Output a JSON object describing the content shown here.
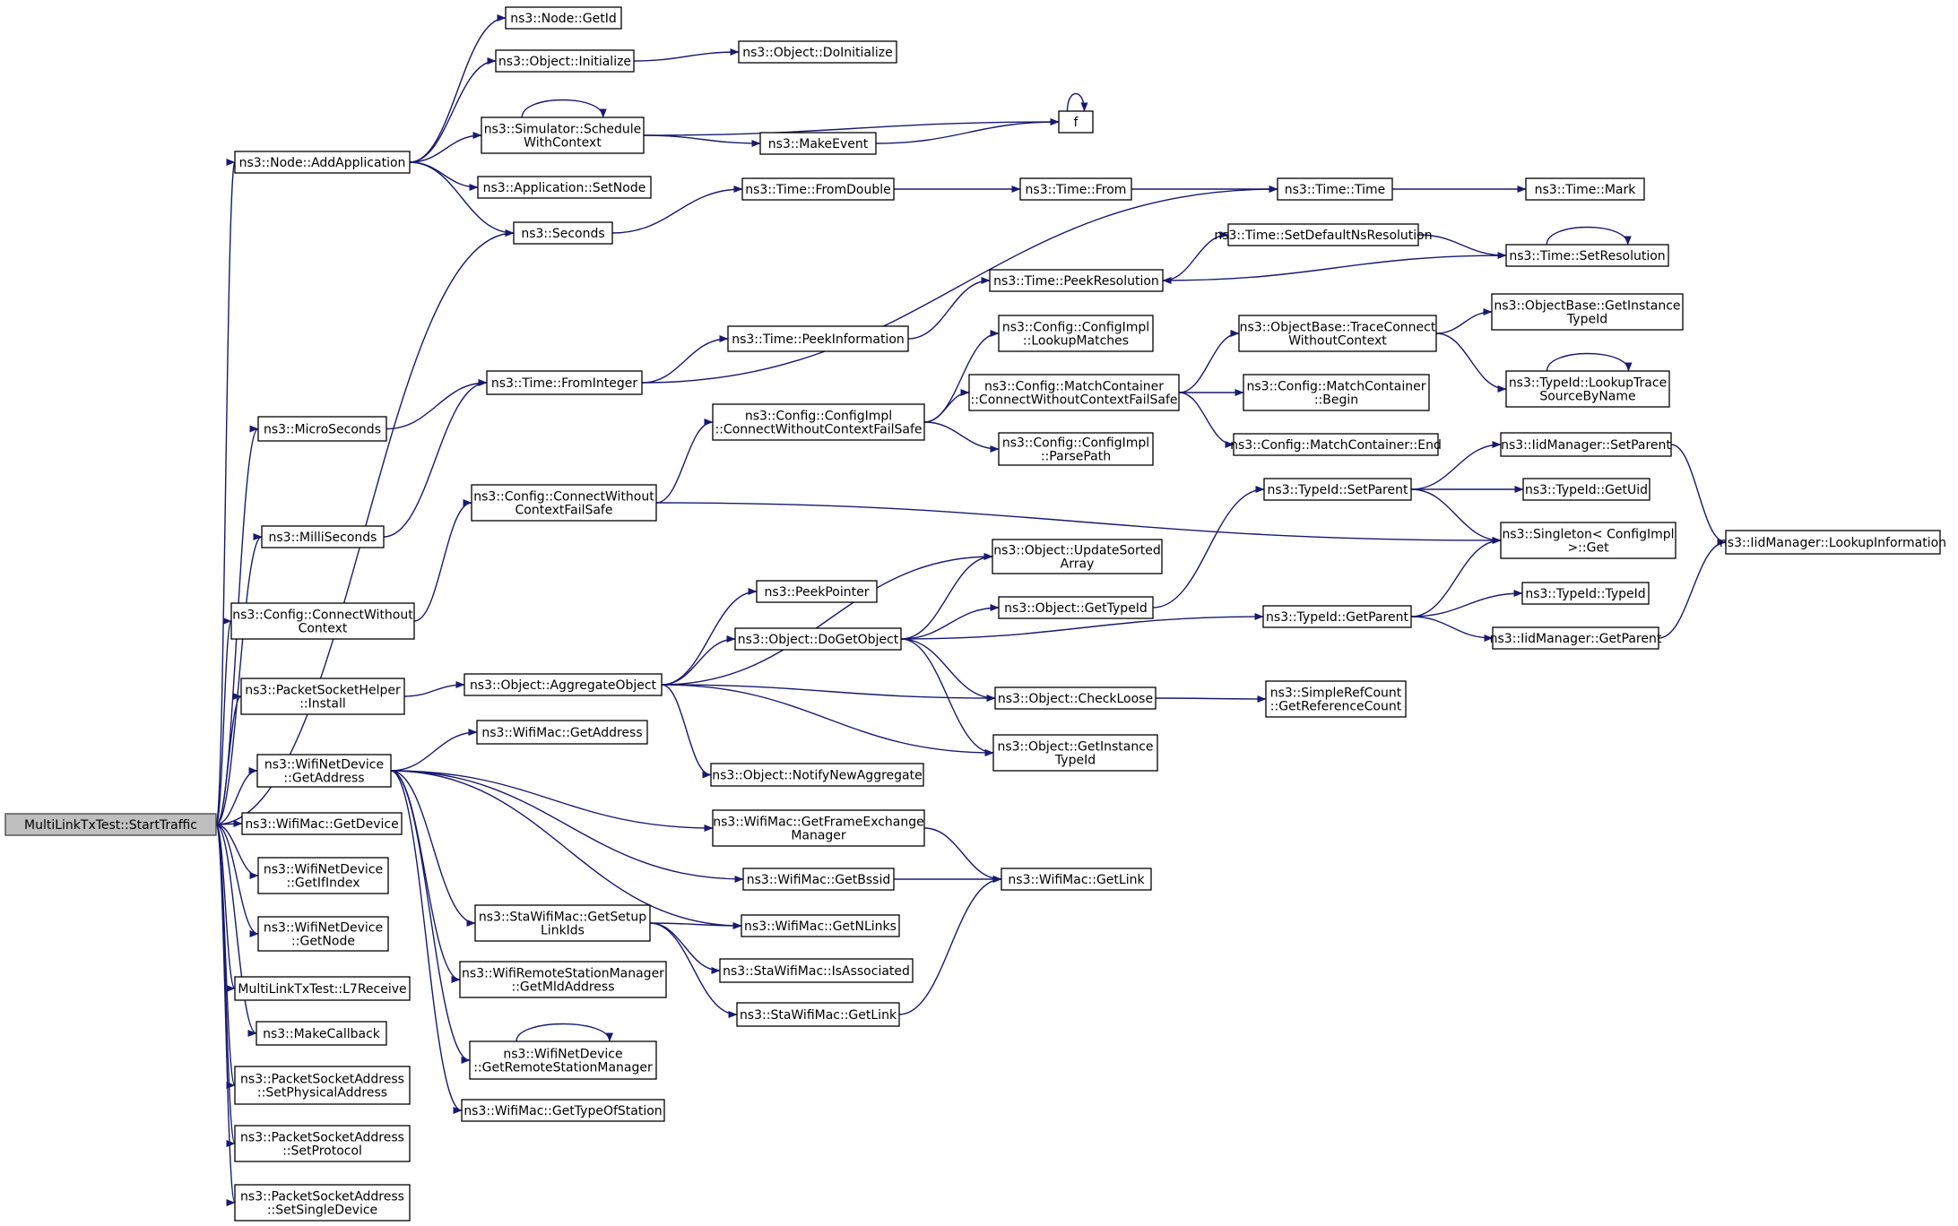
{
  "graph": {
    "kind": "call graph",
    "edge_color": "#191970",
    "root_fill": "#bfbfbf",
    "nodes": [
      {
        "id": "root",
        "lines": [
          "MultiLinkTxTest::StartTraffic"
        ]
      },
      {
        "id": "addapp",
        "lines": [
          "ns3::Node::AddApplication"
        ]
      },
      {
        "id": "getid",
        "lines": [
          "ns3::Node::GetId"
        ]
      },
      {
        "id": "objinit",
        "lines": [
          "ns3::Object::Initialize"
        ]
      },
      {
        "id": "doinit",
        "lines": [
          "ns3::Object::DoInitialize"
        ]
      },
      {
        "id": "schedctx",
        "lines": [
          "ns3::Simulator::Schedule",
          "WithContext"
        ]
      },
      {
        "id": "f",
        "lines": [
          "f"
        ]
      },
      {
        "id": "makeevent",
        "lines": [
          "ns3::MakeEvent"
        ]
      },
      {
        "id": "appsetnode",
        "lines": [
          "ns3::Application::SetNode"
        ]
      },
      {
        "id": "seconds",
        "lines": [
          "ns3::Seconds"
        ]
      },
      {
        "id": "fromdouble",
        "lines": [
          "ns3::Time::FromDouble"
        ]
      },
      {
        "id": "timefrom",
        "lines": [
          "ns3::Time::From"
        ]
      },
      {
        "id": "timetime",
        "lines": [
          "ns3::Time::Time"
        ]
      },
      {
        "id": "timemark",
        "lines": [
          "ns3::Time::Mark"
        ]
      },
      {
        "id": "setdefns",
        "lines": [
          "ns3::Time::SetDefaultNsResolution"
        ]
      },
      {
        "id": "setres",
        "lines": [
          "ns3::Time::SetResolution"
        ]
      },
      {
        "id": "peekres",
        "lines": [
          "ns3::Time::PeekResolution"
        ]
      },
      {
        "id": "peekinfo",
        "lines": [
          "ns3::Time::PeekInformation"
        ]
      },
      {
        "id": "fromint",
        "lines": [
          "ns3::Time::FromInteger"
        ]
      },
      {
        "id": "micro",
        "lines": [
          "ns3::MicroSeconds"
        ]
      },
      {
        "id": "milli",
        "lines": [
          "ns3::MilliSeconds"
        ]
      },
      {
        "id": "lookupmatches",
        "lines": [
          "ns3::Config::ConfigImpl",
          "::LookupMatches"
        ]
      },
      {
        "id": "traceconn",
        "lines": [
          "ns3::ObjectBase::TraceConnect",
          "WithoutContext"
        ]
      },
      {
        "id": "obgetinst",
        "lines": [
          "ns3::ObjectBase::GetInstance",
          "TypeId"
        ]
      },
      {
        "id": "mccwcfs",
        "lines": [
          "ns3::Config::MatchContainer",
          "::ConnectWithoutContextFailSafe"
        ]
      },
      {
        "id": "mcbegin",
        "lines": [
          "ns3::Config::MatchContainer",
          "::Begin"
        ]
      },
      {
        "id": "mcend",
        "lines": [
          "ns3::Config::MatchContainer::End"
        ]
      },
      {
        "id": "lookuptrace",
        "lines": [
          "ns3::TypeId::LookupTrace",
          "SourceByName"
        ]
      },
      {
        "id": "cicwcfs",
        "lines": [
          "ns3::Config::ConfigImpl",
          "::ConnectWithoutContextFailSafe"
        ]
      },
      {
        "id": "parsepath",
        "lines": [
          "ns3::Config::ConfigImpl",
          "::ParsePath"
        ]
      },
      {
        "id": "ccwcfs",
        "lines": [
          "ns3::Config::ConnectWithout",
          "ContextFailSafe"
        ]
      },
      {
        "id": "ccwc",
        "lines": [
          "ns3::Config::ConnectWithout",
          "Context"
        ]
      },
      {
        "id": "iidsetparent",
        "lines": [
          "ns3::IidManager::SetParent"
        ]
      },
      {
        "id": "tidsetparent",
        "lines": [
          "ns3::TypeId::SetParent"
        ]
      },
      {
        "id": "tidgetuid",
        "lines": [
          "ns3::TypeId::GetUid"
        ]
      },
      {
        "id": "singleton",
        "lines": [
          "ns3::Singleton< ConfigImpl",
          " >::Get"
        ]
      },
      {
        "id": "iidlookupinfo",
        "lines": [
          "ns3::IidManager::LookupInformation"
        ]
      },
      {
        "id": "updsorted",
        "lines": [
          "ns3::Object::UpdateSorted",
          "Array"
        ]
      },
      {
        "id": "peekptr",
        "lines": [
          "ns3::PeekPointer"
        ]
      },
      {
        "id": "objgettypeid",
        "lines": [
          "ns3::Object::GetTypeId"
        ]
      },
      {
        "id": "tidtypeid",
        "lines": [
          "ns3::TypeId::TypeId"
        ]
      },
      {
        "id": "dogetobj",
        "lines": [
          "ns3::Object::DoGetObject"
        ]
      },
      {
        "id": "tidgetparent",
        "lines": [
          "ns3::TypeId::GetParent"
        ]
      },
      {
        "id": "iidgetparent",
        "lines": [
          "ns3::IidManager::GetParent"
        ]
      },
      {
        "id": "pshinstall",
        "lines": [
          "ns3::PacketSocketHelper",
          "::Install"
        ]
      },
      {
        "id": "aggobj",
        "lines": [
          "ns3::Object::AggregateObject"
        ]
      },
      {
        "id": "checkloose",
        "lines": [
          "ns3::Object::CheckLoose"
        ]
      },
      {
        "id": "getrefcount",
        "lines": [
          "ns3::SimpleRefCount",
          "::GetReferenceCount"
        ]
      },
      {
        "id": "objgetinst",
        "lines": [
          "ns3::Object::GetInstance",
          "TypeId"
        ]
      },
      {
        "id": "wmgetaddr",
        "lines": [
          "ns3::WifiMac::GetAddress"
        ]
      },
      {
        "id": "wndgetaddr",
        "lines": [
          "ns3::WifiNetDevice",
          "::GetAddress"
        ]
      },
      {
        "id": "notifyagg",
        "lines": [
          "ns3::Object::NotifyNewAggregate"
        ]
      },
      {
        "id": "getfem",
        "lines": [
          "ns3::WifiMac::GetFrameExchange",
          "Manager"
        ]
      },
      {
        "id": "wmgetdevice",
        "lines": [
          "ns3::WifiMac::GetDevice"
        ]
      },
      {
        "id": "getbssid",
        "lines": [
          "ns3::WifiMac::GetBssid"
        ]
      },
      {
        "id": "wmgetlink",
        "lines": [
          "ns3::WifiMac::GetLink"
        ]
      },
      {
        "id": "getifindex",
        "lines": [
          "ns3::WifiNetDevice",
          "::GetIfIndex"
        ]
      },
      {
        "id": "stagetsetup",
        "lines": [
          "ns3::StaWifiMac::GetSetup",
          "LinkIds"
        ]
      },
      {
        "id": "getnlinks",
        "lines": [
          "ns3::WifiMac::GetNLinks"
        ]
      },
      {
        "id": "getnode",
        "lines": [
          "ns3::WifiNetDevice",
          "::GetNode"
        ]
      },
      {
        "id": "isassoc",
        "lines": [
          "ns3::StaWifiMac::IsAssociated"
        ]
      },
      {
        "id": "getmld",
        "lines": [
          "ns3::WifiRemoteStationManager",
          "::GetMldAddress"
        ]
      },
      {
        "id": "l7recv",
        "lines": [
          "MultiLinkTxTest::L7Receive"
        ]
      },
      {
        "id": "stagetlink",
        "lines": [
          "ns3::StaWifiMac::GetLink"
        ]
      },
      {
        "id": "makecb",
        "lines": [
          "ns3::MakeCallback"
        ]
      },
      {
        "id": "getrsm",
        "lines": [
          "ns3::WifiNetDevice",
          "::GetRemoteStationManager"
        ]
      },
      {
        "id": "setphys",
        "lines": [
          "ns3::PacketSocketAddress",
          "::SetPhysicalAddress"
        ]
      },
      {
        "id": "gettypeofsta",
        "lines": [
          "ns3::WifiMac::GetTypeOfStation"
        ]
      },
      {
        "id": "setproto",
        "lines": [
          "ns3::PacketSocketAddress",
          "::SetProtocol"
        ]
      },
      {
        "id": "setsingle",
        "lines": [
          "ns3::PacketSocketAddress",
          "::SetSingleDevice"
        ]
      }
    ],
    "edges": [
      [
        "root",
        "addapp"
      ],
      [
        "root",
        "seconds"
      ],
      [
        "root",
        "micro"
      ],
      [
        "root",
        "milli"
      ],
      [
        "root",
        "ccwc"
      ],
      [
        "root",
        "pshinstall"
      ],
      [
        "root",
        "wndgetaddr"
      ],
      [
        "root",
        "wmgetdevice"
      ],
      [
        "root",
        "getifindex"
      ],
      [
        "root",
        "getnode"
      ],
      [
        "root",
        "l7recv"
      ],
      [
        "root",
        "makecb"
      ],
      [
        "root",
        "setphys"
      ],
      [
        "root",
        "setproto"
      ],
      [
        "root",
        "setsingle"
      ],
      [
        "addapp",
        "getid"
      ],
      [
        "addapp",
        "objinit"
      ],
      [
        "addapp",
        "schedctx"
      ],
      [
        "addapp",
        "appsetnode"
      ],
      [
        "addapp",
        "seconds"
      ],
      [
        "objinit",
        "doinit"
      ],
      [
        "schedctx",
        "schedctx"
      ],
      [
        "schedctx",
        "f"
      ],
      [
        "schedctx",
        "makeevent"
      ],
      [
        "makeevent",
        "f"
      ],
      [
        "f",
        "f"
      ],
      [
        "seconds",
        "fromdouble"
      ],
      [
        "fromdouble",
        "timefrom"
      ],
      [
        "timefrom",
        "timetime"
      ],
      [
        "timetime",
        "timemark"
      ],
      [
        "micro",
        "fromint"
      ],
      [
        "milli",
        "fromint"
      ],
      [
        "fromint",
        "timetime"
      ],
      [
        "fromint",
        "peekinfo"
      ],
      [
        "peekinfo",
        "peekres"
      ],
      [
        "peekres",
        "setdefns"
      ],
      [
        "setdefns",
        "setres"
      ],
      [
        "setres",
        "setres"
      ],
      [
        "setres",
        "peekres"
      ],
      [
        "ccwc",
        "ccwcfs"
      ],
      [
        "ccwcfs",
        "cicwcfs"
      ],
      [
        "ccwcfs",
        "singleton"
      ],
      [
        "cicwcfs",
        "lookupmatches"
      ],
      [
        "cicwcfs",
        "mccwcfs"
      ],
      [
        "cicwcfs",
        "parsepath"
      ],
      [
        "mccwcfs",
        "traceconn"
      ],
      [
        "mccwcfs",
        "mcbegin"
      ],
      [
        "mccwcfs",
        "mcend"
      ],
      [
        "traceconn",
        "obgetinst"
      ],
      [
        "traceconn",
        "lookuptrace"
      ],
      [
        "lookuptrace",
        "lookuptrace"
      ],
      [
        "pshinstall",
        "aggobj"
      ],
      [
        "aggobj",
        "updsorted"
      ],
      [
        "aggobj",
        "peekptr"
      ],
      [
        "aggobj",
        "dogetobj"
      ],
      [
        "aggobj",
        "checkloose"
      ],
      [
        "aggobj",
        "objgetinst"
      ],
      [
        "aggobj",
        "notifyagg"
      ],
      [
        "dogetobj",
        "updsorted"
      ],
      [
        "dogetobj",
        "objgettypeid"
      ],
      [
        "dogetobj",
        "tidgetparent"
      ],
      [
        "dogetobj",
        "checkloose"
      ],
      [
        "dogetobj",
        "objgetinst"
      ],
      [
        "objgettypeid",
        "tidsetparent"
      ],
      [
        "tidsetparent",
        "iidsetparent"
      ],
      [
        "tidsetparent",
        "tidgetuid"
      ],
      [
        "tidsetparent",
        "singleton"
      ],
      [
        "iidsetparent",
        "iidlookupinfo"
      ],
      [
        "tidgetparent",
        "singleton"
      ],
      [
        "tidgetparent",
        "tidtypeid"
      ],
      [
        "tidgetparent",
        "iidgetparent"
      ],
      [
        "iidgetparent",
        "iidlookupinfo"
      ],
      [
        "checkloose",
        "getrefcount"
      ],
      [
        "wndgetaddr",
        "wmgetaddr"
      ],
      [
        "wndgetaddr",
        "getfem"
      ],
      [
        "wndgetaddr",
        "getbssid"
      ],
      [
        "wndgetaddr",
        "getnlinks"
      ],
      [
        "wndgetaddr",
        "stagetsetup"
      ],
      [
        "wndgetaddr",
        "getmld"
      ],
      [
        "wndgetaddr",
        "getrsm"
      ],
      [
        "wndgetaddr",
        "gettypeofsta"
      ],
      [
        "getfem",
        "wmgetlink"
      ],
      [
        "getbssid",
        "wmgetlink"
      ],
      [
        "stagetsetup",
        "getnlinks"
      ],
      [
        "stagetsetup",
        "isassoc"
      ],
      [
        "stagetsetup",
        "stagetlink"
      ],
      [
        "stagetlink",
        "wmgetlink"
      ],
      [
        "getrsm",
        "getrsm"
      ]
    ]
  }
}
